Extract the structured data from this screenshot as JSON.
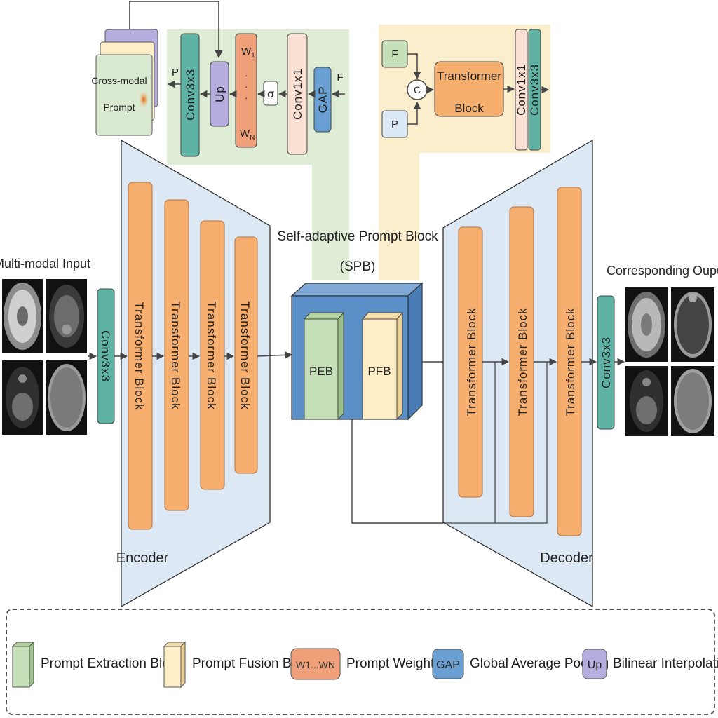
{
  "labels": {
    "input_title": "Multi-modal Input",
    "output_title": "Corresponding Ouput",
    "spb_title": "Self-adaptive Prompt Block",
    "spb_abbr": "(SPB)",
    "encoder": "Encoder",
    "decoder": "Decoder",
    "conv3x3": "Conv3x3",
    "conv1x1": "Conv1x1",
    "transformer_block": "Transformer Block",
    "transformer_line1": "Transformer",
    "transformer_line2": "Block",
    "peb": "PEB",
    "pfb": "PFB",
    "up": "Up",
    "gap": "GAP",
    "sigma": "σ",
    "f": "F",
    "p": "P",
    "c": "C",
    "w1": "W",
    "w1_sub": "1",
    "wn": "W",
    "wn_sub": "N",
    "cross_modal_line1": "Cross-modal",
    "cross_modal_line2": "Prompt"
  },
  "legend": [
    {
      "key": "peb",
      "text": "Prompt Extraction Block",
      "color": "#c5dfb8"
    },
    {
      "key": "pfb",
      "text": "Prompt Fusion Block",
      "color": "#fdeec7"
    },
    {
      "key": "weights",
      "text": "Prompt Weights",
      "color": "#f0a078",
      "icon_text": "W1...WN"
    },
    {
      "key": "gap",
      "text": "Global Average Pooling",
      "color": "#6a9fd4",
      "icon_text": "GAP"
    },
    {
      "key": "up",
      "text": "Bilinear Interpolation",
      "color": "#b7aee0",
      "icon_text": "Up"
    }
  ],
  "colors": {
    "orange": "#f6ae6e",
    "teal": "#5fb3a4",
    "enc_bg": "#dce8f3",
    "green_bg": "#d9ead0",
    "yellow_bg": "#fbecc6",
    "spb_blue": "#5b8fc7"
  }
}
